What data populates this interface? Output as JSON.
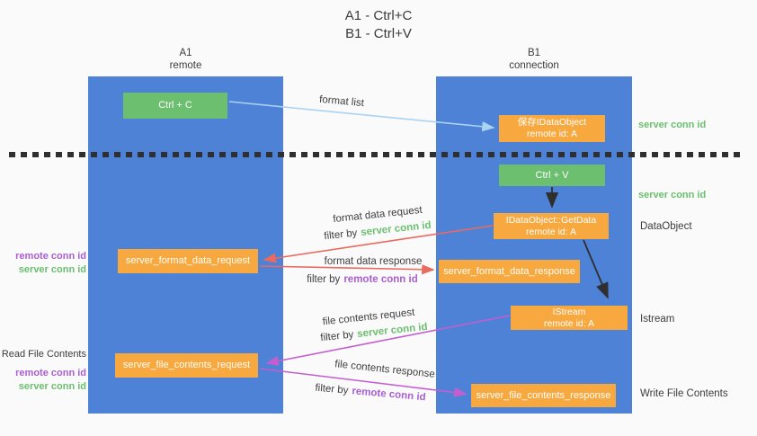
{
  "title": {
    "line1": "A1 - Ctrl+C",
    "line2": "B1 - Ctrl+V"
  },
  "lanes": {
    "a": {
      "id": "A1",
      "subtitle": "remote"
    },
    "b": {
      "id": "B1",
      "subtitle": "connection"
    }
  },
  "nodes": {
    "ctrl_c": {
      "label": "Ctrl + C"
    },
    "save_dataobject": {
      "line1": "保存IDataObject",
      "line2": "remote id: A"
    },
    "ctrl_v": {
      "label": "Ctrl + V"
    },
    "getdata": {
      "line1": "IDataObject::GetData",
      "line2": "remote id: A"
    },
    "format_request": {
      "label": "server_format_data_request"
    },
    "format_response": {
      "label": "server_format_data_response"
    },
    "istream": {
      "line1": "IStream",
      "line2": "remote id: A"
    },
    "file_request": {
      "label": "server_file_contents_request"
    },
    "file_response": {
      "label": "server_file_contents_response"
    }
  },
  "edge_labels": {
    "format_list": "format list",
    "format_data_request": "format data request",
    "format_data_response": "format data response",
    "file_contents_request": "file contents request",
    "file_contents_response": "file contents response",
    "filter_by": "filter by",
    "server_conn_id": "server conn id",
    "remote_conn_id": "remote conn id"
  },
  "side_labels": {
    "right_server_conn_id_top": "server conn id",
    "right_server_conn_id_mid": "server conn id",
    "right_dataobject": "DataObject",
    "right_istream": "Istream",
    "right_write_file_contents": "Write File Contents",
    "left_remote_conn_id_top": "remote conn id",
    "left_server_conn_id_top": "server conn id",
    "left_read_file_contents": "Read File Contents",
    "left_remote_conn_id_bottom": "remote conn id",
    "left_server_conn_id_bottom": "server conn id"
  },
  "colors": {
    "lane_blue": "#4d82d7",
    "node_green": "#6cbf6f",
    "node_orange": "#f7a83f",
    "text_green": "#6abf6e",
    "text_purple": "#a95fd1",
    "arrow_red": "#e96a5e",
    "arrow_magenta": "#c45ecf",
    "arrow_light_blue": "#aad2f2",
    "arrow_black": "#2f2f2f",
    "text_dark": "#3c3c3c",
    "background": "#fafafa"
  }
}
